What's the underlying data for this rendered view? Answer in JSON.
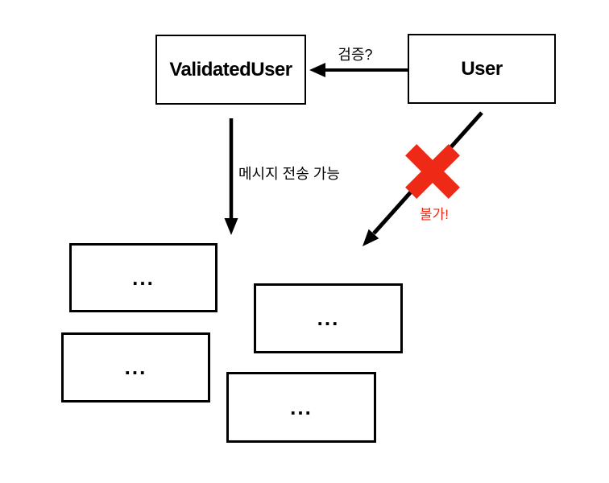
{
  "nodes": {
    "validated_user": "ValidatedUser",
    "user": "User",
    "receiver_1": "...",
    "receiver_2": "...",
    "receiver_3": "...",
    "receiver_4": "..."
  },
  "edges": {
    "verify": "검증?",
    "send_allowed": "메시지 전송 가능",
    "forbidden": "불가!"
  },
  "colors": {
    "line": "#000000",
    "error_red": "#EE2A16"
  }
}
